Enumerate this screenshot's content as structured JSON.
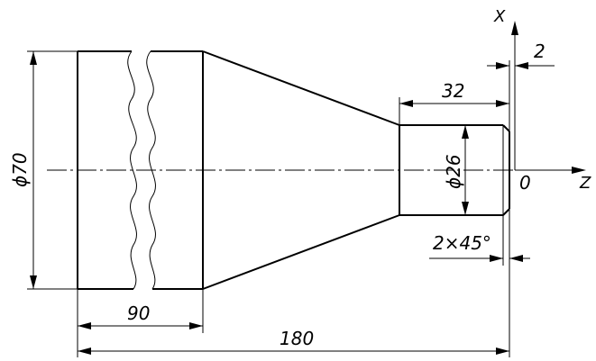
{
  "dimensions": {
    "diameter_large": "ϕ70",
    "diameter_small": "ϕ26",
    "length_large_cylinder": "90",
    "total_length": "180",
    "length_small_cylinder": "32",
    "chamfer": "2×45°",
    "offset_x": "2"
  },
  "axes": {
    "x_label": "X",
    "z_label": "Z",
    "origin_label": "0"
  }
}
